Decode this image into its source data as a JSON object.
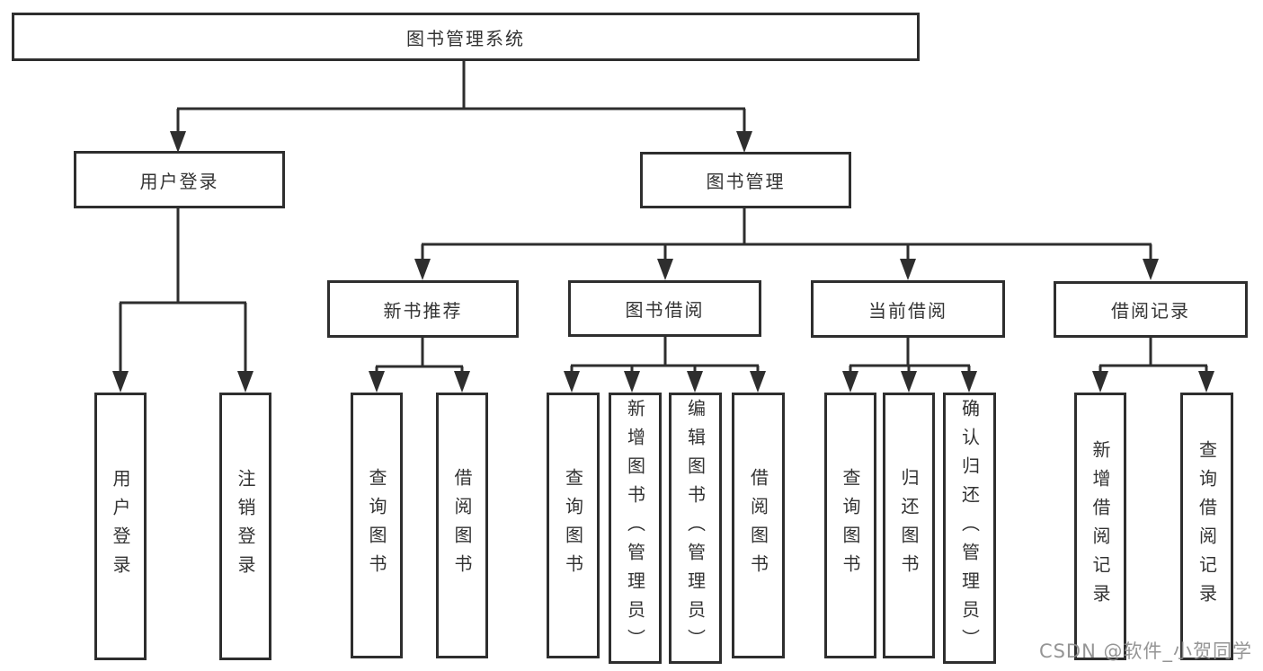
{
  "tree": {
    "label": "图书管理系统",
    "children": [
      {
        "label": "用户登录",
        "children": [
          {
            "label": "用户登录"
          },
          {
            "label": "注销登录"
          }
        ]
      },
      {
        "label": "图书管理",
        "children": [
          {
            "label": "新书推荐",
            "children": [
              {
                "label": "查询图书"
              },
              {
                "label": "借阅图书"
              }
            ]
          },
          {
            "label": "图书借阅",
            "children": [
              {
                "label": "查询图书"
              },
              {
                "label": "新增图书（管理员）"
              },
              {
                "label": "编辑图书（管理员）"
              },
              {
                "label": "借阅图书"
              }
            ]
          },
          {
            "label": "当前借阅",
            "children": [
              {
                "label": "查询图书"
              },
              {
                "label": "归还图书"
              },
              {
                "label": "确认归还（管理员）"
              }
            ]
          },
          {
            "label": "借阅记录",
            "children": [
              {
                "label": "新增借阅记录"
              },
              {
                "label": "查询借阅记录"
              }
            ]
          }
        ]
      }
    ]
  },
  "watermark": "CSDN @软件_小贺同学",
  "colors": {
    "line": "#2e2e2e",
    "text": "#333333",
    "background": "#ffffff",
    "watermark": "#8a8a8a"
  }
}
